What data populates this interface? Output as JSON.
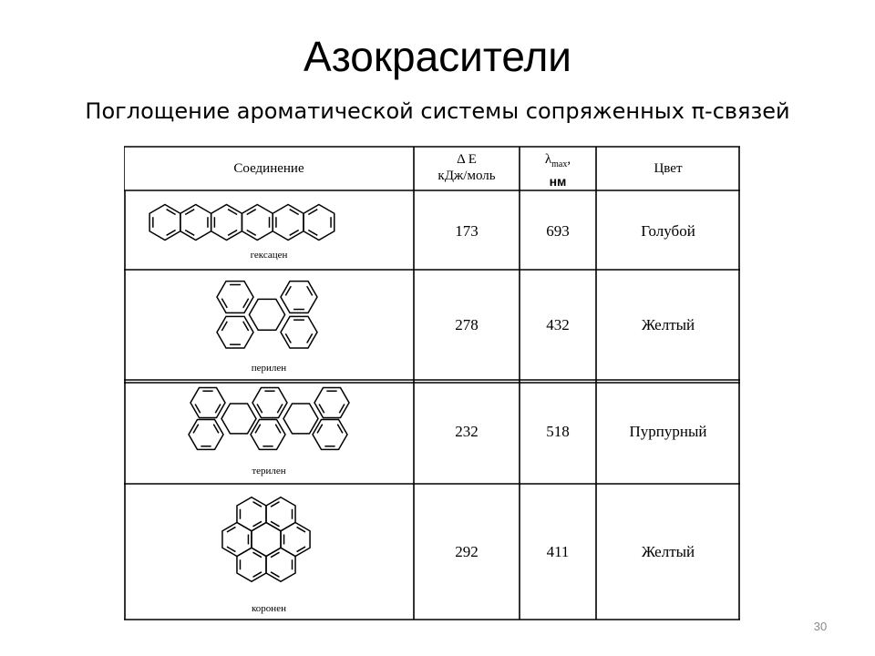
{
  "slide": {
    "title": "Азокрасители",
    "subtitle": "Поглощение ароматической системы сопряженных π-связей",
    "page_number": "30"
  },
  "table": {
    "headers": {
      "compound": "Соединение",
      "delta_e_line1": "Δ E",
      "delta_e_line2": "кДж/моль",
      "lambda_line1": "λ",
      "lambda_sub": "max",
      "lambda_comma": ",",
      "lambda_line2": "нм",
      "color": "Цвет"
    },
    "rows": [
      {
        "compound": "гексацен",
        "delta_e": "173",
        "lambda_max": "693",
        "color": "Голубой"
      },
      {
        "compound": "перилен",
        "delta_e": "278",
        "lambda_max": "432",
        "color": "Желтый"
      },
      {
        "compound": "терилен",
        "delta_e": "232",
        "lambda_max": "518",
        "color": "Пурпурный"
      },
      {
        "compound": "коронен",
        "delta_e": "292",
        "lambda_max": "411",
        "color": "Желтый"
      }
    ]
  }
}
